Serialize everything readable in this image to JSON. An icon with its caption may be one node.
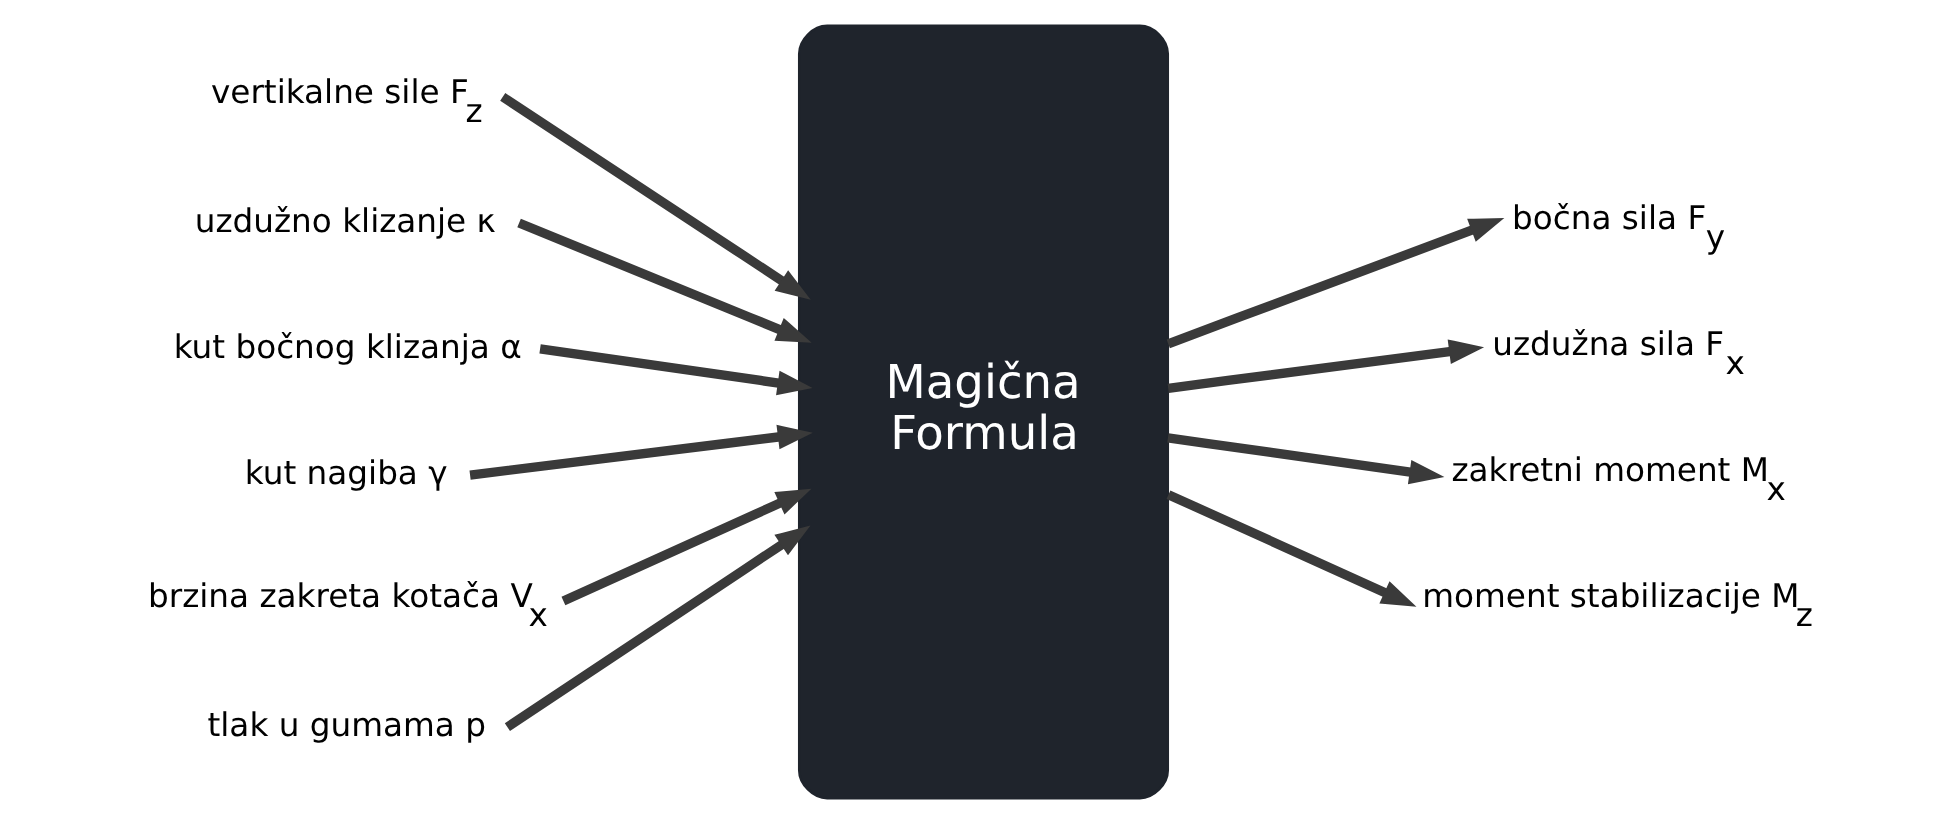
{
  "diagram": {
    "nodes": [
      {
        "text": [
          "vertikalne sile F$_{z}$"
        ]
      },
      {
        "text": [
          "uzdužno klizanje κ"
        ]
      },
      {
        "text": [
          "kut bočnog klizanja α"
        ]
      },
      {
        "text": [
          "kut nagiba γ"
        ]
      },
      {
        "text": [
          "brzina zakreta kotača V$_{x}$"
        ]
      },
      {
        "text": [
          "tlak u gumama p"
        ]
      },
      {
        "text": [
          "Magična Formula"
        ]
      },
      {
        "text": [
          "bočna sila F$_{y}$"
        ]
      },
      {
        "text": [
          "uzdužna sila F$_{x}$"
        ]
      },
      {
        "text": [
          "zakretni moment M$_{x}$"
        ]
      },
      {
        "text": [
          "moment stabilizacije M$_{z}$"
        ]
      }
    ],
    "edges": [
      {
        "from": 0,
        "to": 6,
        "arrow": "to"
      },
      {
        "from": 1,
        "to": 6,
        "arrow": "to"
      },
      {
        "from": 2,
        "to": 6,
        "arrow": "to"
      },
      {
        "from": 3,
        "to": 6,
        "arrow": "to"
      },
      {
        "from": 4,
        "to": 6,
        "arrow": "to"
      },
      {
        "from": 5,
        "to": 6,
        "arrow": "to"
      },
      {
        "from": 6,
        "to": 7,
        "arrow": "to"
      },
      {
        "from": 6,
        "to": 8,
        "arrow": "to"
      },
      {
        "from": 6,
        "to": 9,
        "arrow": "to"
      },
      {
        "from": 6,
        "to": 10,
        "arrow": "to"
      }
    ]
  }
}
